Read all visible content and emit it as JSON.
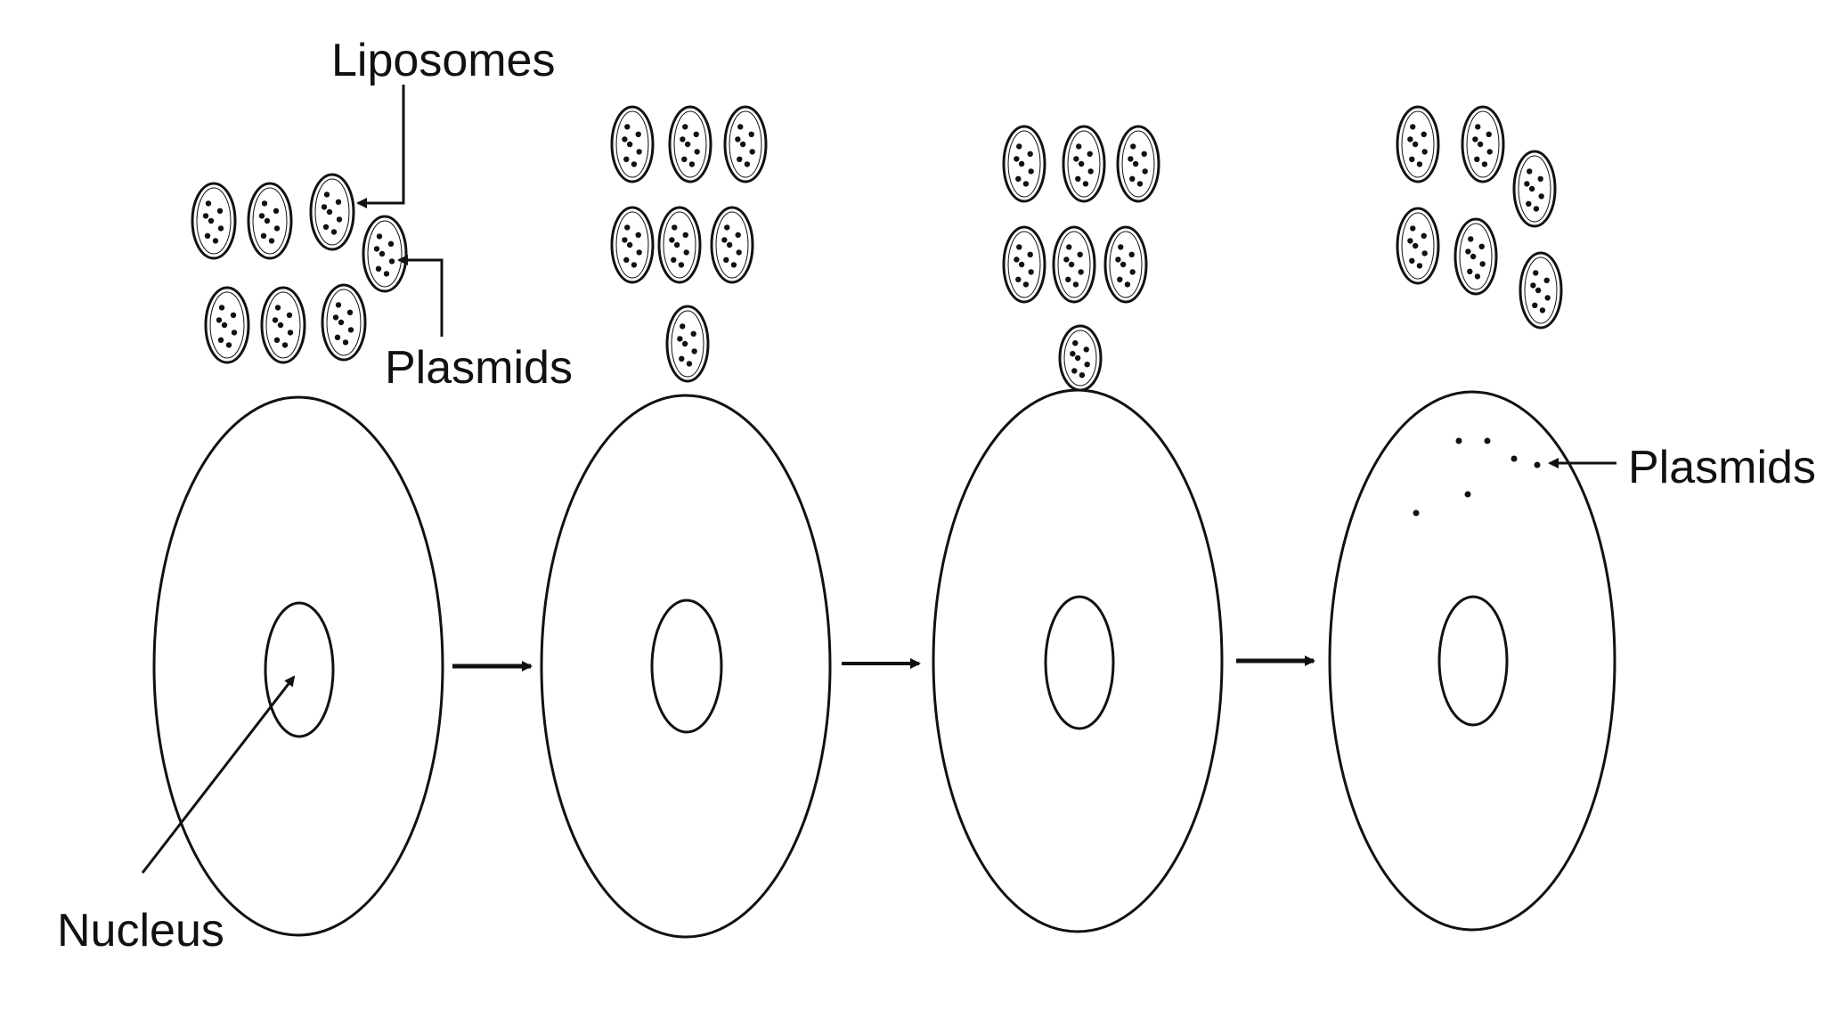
{
  "labels": {
    "liposomes": "Liposomes",
    "plasmids_top": "Plasmids",
    "plasmids_right": "Plasmids",
    "nucleus": "Nucleus"
  },
  "colors": {
    "ink": "#111111",
    "background": "#ffffff"
  },
  "stages": [
    {
      "id": "stage-1",
      "description": "liposomes near cell"
    },
    {
      "id": "stage-2",
      "description": "liposome contacts membrane"
    },
    {
      "id": "stage-3",
      "description": "liposome fuses with membrane"
    },
    {
      "id": "stage-4",
      "description": "plasmids released into cytoplasm"
    }
  ]
}
